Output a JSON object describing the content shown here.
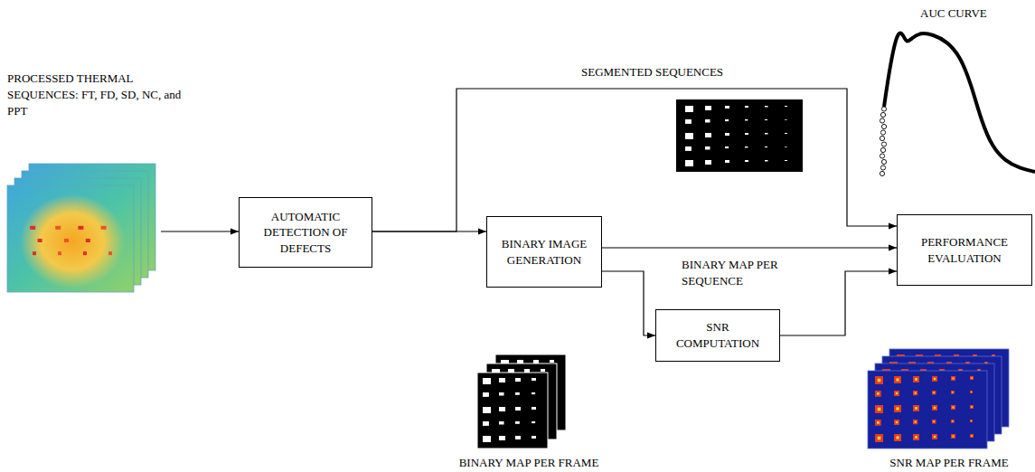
{
  "diagram": {
    "nodes": [
      {
        "text": [
          "PROCESSED THERMAL SEQUENCES: FT, FD, SD, NC, and PPT"
        ]
      },
      {
        "text": [
          "AUTOMATIC DETECTION OF DEFECTS"
        ]
      },
      {
        "text": [
          "BINARY IMAGE GENERATION"
        ]
      },
      {
        "text": [
          "SNR COMPUTATION"
        ]
      },
      {
        "text": [
          "PERFORMANCE EVALUATION"
        ]
      }
    ],
    "edges": [
      {
        "from": 0,
        "to": 1,
        "arrow": "to"
      },
      {
        "from": 1,
        "to": 4,
        "label": "SEGMENTED SEQUENCES",
        "arrow": "to"
      },
      {
        "from": 1,
        "to": 2,
        "arrow": "to"
      },
      {
        "from": 2,
        "to": 4,
        "arrow": "to"
      },
      {
        "from": 2,
        "to": 3,
        "arrow": "to"
      },
      {
        "from": 3,
        "to": 4,
        "arrow": "to"
      }
    ],
    "labels": [
      "AUC CURVE",
      "BINARY MAP PER SEQUENCE",
      "BINARY MAP PER FRAME",
      "SNR MAP PER FRAME"
    ]
  }
}
